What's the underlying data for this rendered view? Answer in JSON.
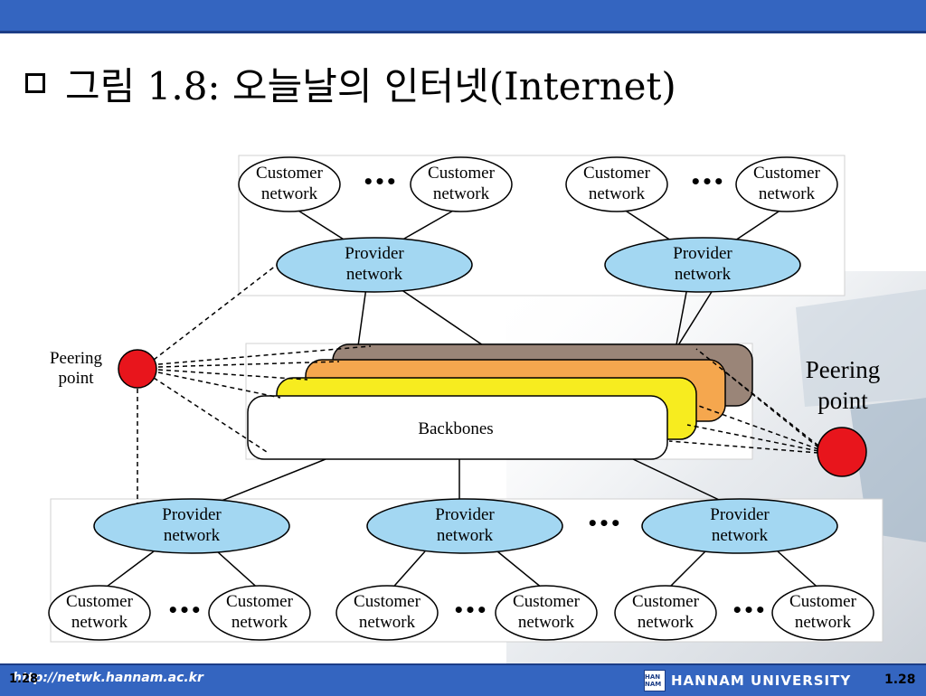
{
  "slide": {
    "title": "그림 1.8: 오늘날의 인터넷(Internet)",
    "url": "http://netwk.hannam.ac.kr",
    "slide_number_left": "1.28",
    "slide_number_right": "1.28",
    "university": "HANNAM UNIVERSITY",
    "logo_text": "HAN NAM"
  },
  "diagram": {
    "customer_line1": "Customer",
    "customer_line2": "network",
    "provider_line1": "Provider",
    "provider_line2": "network",
    "backbones": "Backbones",
    "ellipsis": "•••",
    "peering_left_line1": "Peering",
    "peering_left_line2": "point",
    "peering_right_line1": "Peering",
    "peering_right_line2": "point",
    "colors": {
      "provider_fill": "#a3d7f2",
      "backbone_yellow": "#f7ec1f",
      "backbone_orange": "#f5a74e",
      "backbone_brown": "#9a8578",
      "peering_point": "#e8151c",
      "header_bar": "#3465c0"
    }
  }
}
